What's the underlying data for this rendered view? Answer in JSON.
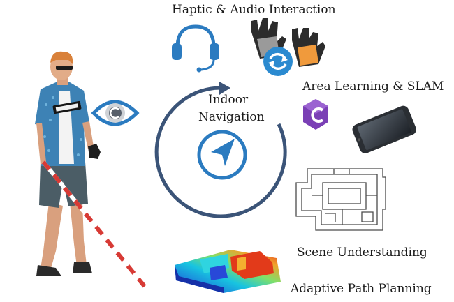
{
  "labels": {
    "haptic_audio": "Haptic & Audio Interaction",
    "area_learning": "Area Learning & SLAM",
    "indoor_line1": "Indoor",
    "indoor_line2": "Navigation",
    "scene_understanding": "Scene Understanding",
    "adaptive_path": "Adaptive Path Planning"
  },
  "icons": [
    "person-with-cane",
    "eye-icon",
    "chest-camera",
    "headphones-icon",
    "gloves-icon",
    "refresh-icon",
    "ar-core-logo",
    "smartphone",
    "floor-plan",
    "navigation-arrow-icon",
    "depth-heatmap"
  ],
  "colors": {
    "nav_blue": "#2b7bc0",
    "ring_dark": "#3b5478",
    "logo_purple": "#7a3fb5",
    "shirt": "#3d82b5",
    "shorts": "#4b5d66"
  }
}
